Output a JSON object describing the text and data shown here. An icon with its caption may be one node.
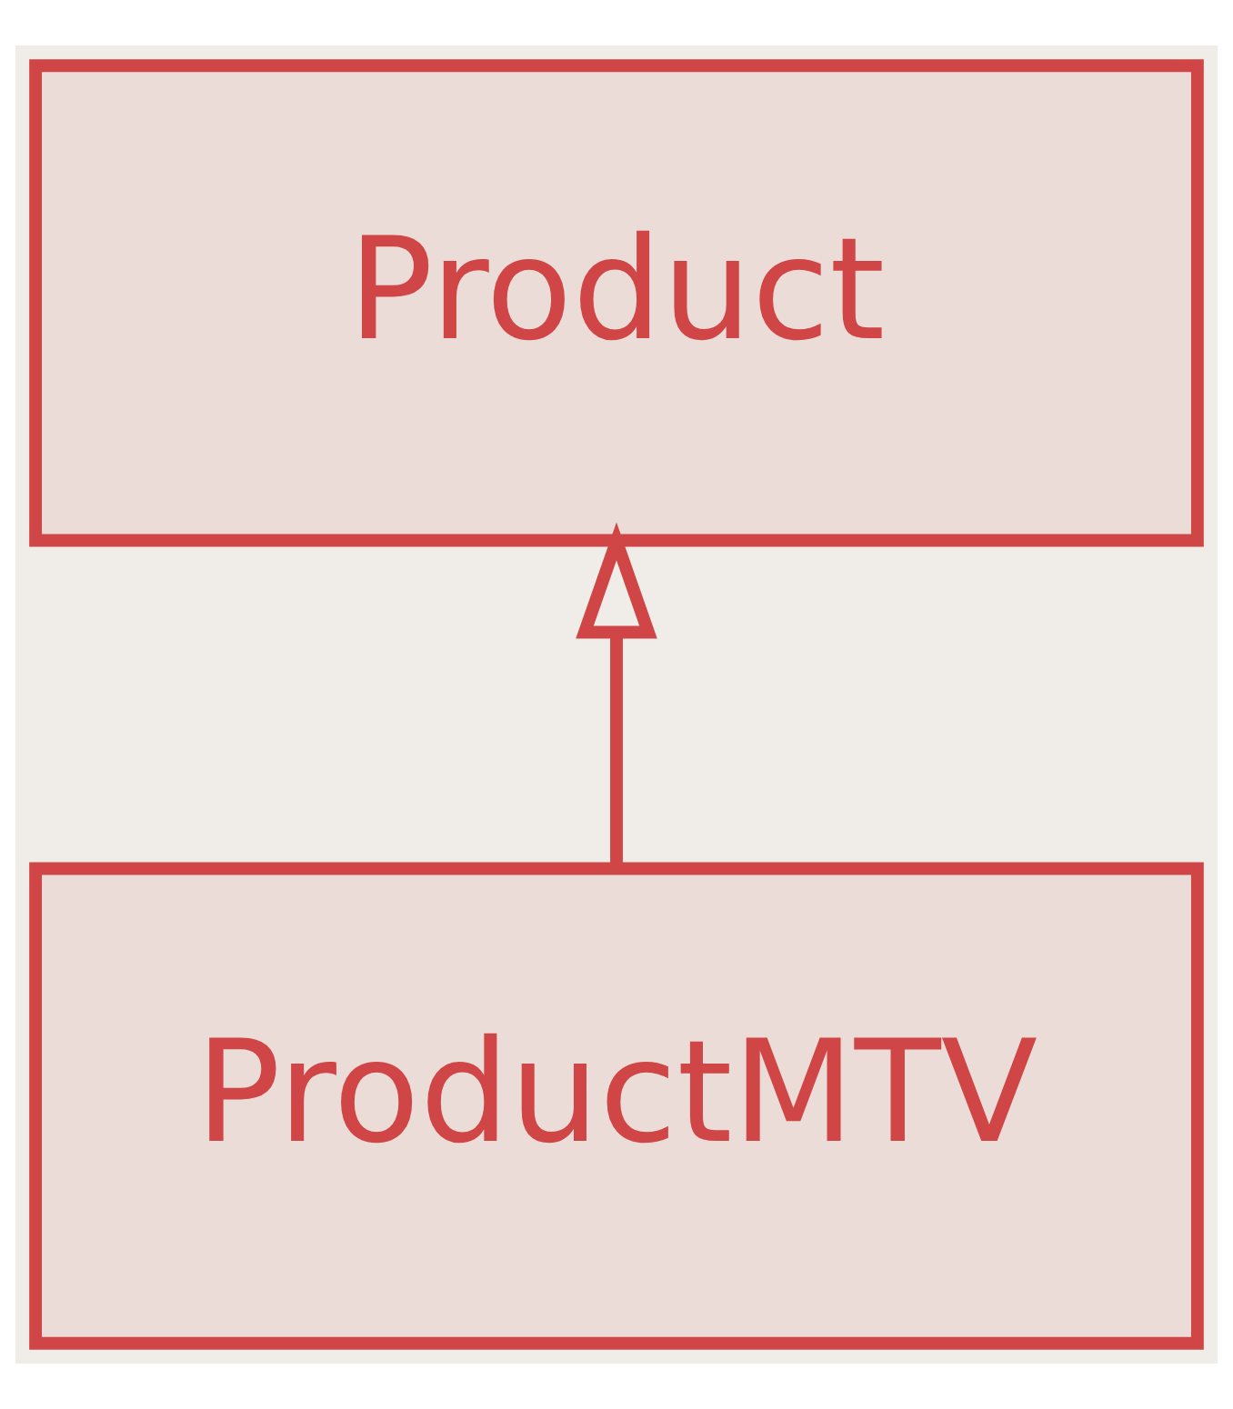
{
  "diagram": {
    "nodes": [
      {
        "text": [
          "Product"
        ]
      },
      {
        "text": [
          "ProductMTV"
        ]
      }
    ],
    "edges": [
      {
        "from": 1,
        "to": 0,
        "arrow": "to"
      }
    ]
  }
}
